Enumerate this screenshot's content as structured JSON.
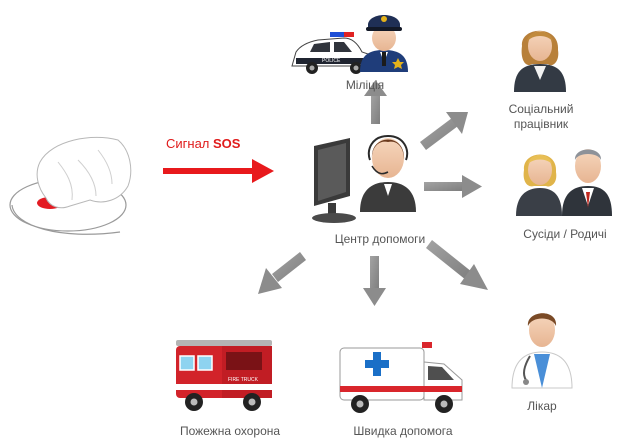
{
  "signal": {
    "prefix": "Сигнал",
    "code": "SOS"
  },
  "center": {
    "label": "Центр допомоги"
  },
  "police_sign": "POLICE",
  "firetruck_sign": "FIRE TRUCK",
  "nodes": [
    {
      "id": "police",
      "label": "Міліція"
    },
    {
      "id": "social",
      "label": "Соціальний працівник"
    },
    {
      "id": "neighbors",
      "label": "Сусіди / Родичі"
    },
    {
      "id": "doctor",
      "label": "Лікар"
    },
    {
      "id": "ambulance",
      "label": "Швидка допомога"
    },
    {
      "id": "fire",
      "label": "Пожежна охорона"
    }
  ],
  "colors": {
    "sos_arrow": "#e8191c",
    "arrows": "#8c8c8c",
    "label_text": "#555555",
    "fire_red": "#d2232a",
    "police_blue": "#1f3d7a",
    "ambulance_stripe": "#d9262c"
  }
}
